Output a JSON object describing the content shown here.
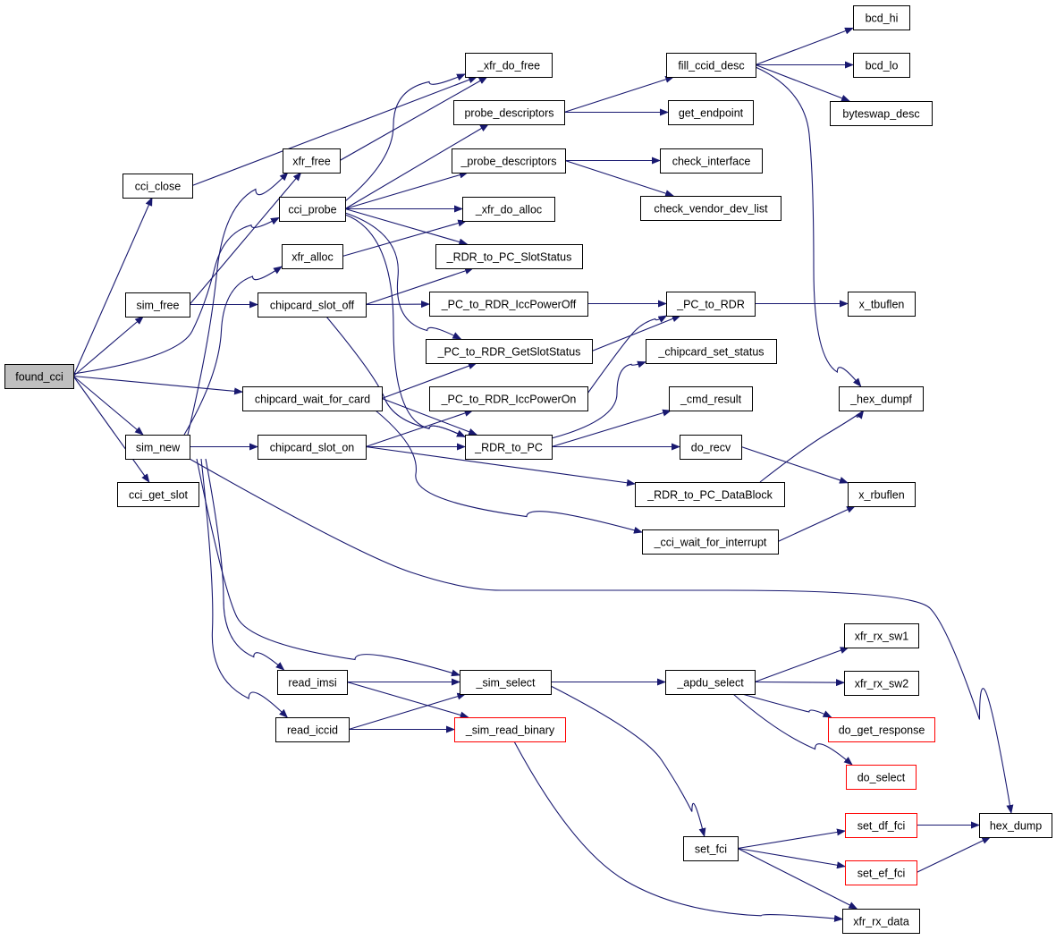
{
  "graph": {
    "edge_color": "#191970",
    "root_fill": "#bfbfbf",
    "highlight_border": "#ff0000",
    "nodes": {
      "found_cci": {
        "label": "found_cci",
        "root": true
      },
      "cci_close": {
        "label": "cci_close"
      },
      "sim_free": {
        "label": "sim_free"
      },
      "sim_new": {
        "label": "sim_new"
      },
      "cci_get_slot": {
        "label": "cci_get_slot"
      },
      "xfr_free": {
        "label": "xfr_free"
      },
      "cci_probe": {
        "label": "cci_probe"
      },
      "xfr_alloc": {
        "label": "xfr_alloc"
      },
      "chipcard_slot_off": {
        "label": "chipcard_slot_off"
      },
      "chipcard_wait_for_card": {
        "label": "chipcard_wait_for_card"
      },
      "chipcard_slot_on": {
        "label": "chipcard_slot_on"
      },
      "read_imsi": {
        "label": "read_imsi"
      },
      "read_iccid": {
        "label": "read_iccid"
      },
      "_xfr_do_free": {
        "label": "_xfr_do_free"
      },
      "probe_descriptors": {
        "label": "probe_descriptors"
      },
      "_probe_descriptors": {
        "label": "_probe_descriptors"
      },
      "_xfr_do_alloc": {
        "label": "_xfr_do_alloc"
      },
      "_RDR_to_PC_SlotStatus": {
        "label": "_RDR_to_PC_SlotStatus"
      },
      "_PC_to_RDR_IccPowerOff": {
        "label": "_PC_to_RDR_IccPowerOff"
      },
      "_PC_to_RDR_GetSlotStatus": {
        "label": "_PC_to_RDR_GetSlotStatus"
      },
      "_PC_to_RDR_IccPowerOn": {
        "label": "_PC_to_RDR_IccPowerOn"
      },
      "_RDR_to_PC": {
        "label": "_RDR_to_PC"
      },
      "_RDR_to_PC_DataBlock": {
        "label": "_RDR_to_PC_DataBlock"
      },
      "_cci_wait_for_interrupt": {
        "label": "_cci_wait_for_interrupt"
      },
      "_sim_select": {
        "label": "_sim_select"
      },
      "_sim_read_binary": {
        "label": "_sim_read_binary",
        "highlight": true
      },
      "fill_ccid_desc": {
        "label": "fill_ccid_desc"
      },
      "get_endpoint": {
        "label": "get_endpoint"
      },
      "check_interface": {
        "label": "check_interface"
      },
      "check_vendor_dev_list": {
        "label": "check_vendor_dev_list"
      },
      "_PC_to_RDR": {
        "label": "_PC_to_RDR"
      },
      "_chipcard_set_status": {
        "label": "_chipcard_set_status"
      },
      "_cmd_result": {
        "label": "_cmd_result"
      },
      "do_recv": {
        "label": "do_recv"
      },
      "_apdu_select": {
        "label": "_apdu_select"
      },
      "set_fci": {
        "label": "set_fci"
      },
      "bcd_hi": {
        "label": "bcd_hi"
      },
      "bcd_lo": {
        "label": "bcd_lo"
      },
      "byteswap_desc": {
        "label": "byteswap_desc"
      },
      "x_tbuflen": {
        "label": "x_tbuflen"
      },
      "_hex_dumpf": {
        "label": "_hex_dumpf"
      },
      "x_rbuflen": {
        "label": "x_rbuflen"
      },
      "xfr_rx_sw1": {
        "label": "xfr_rx_sw1"
      },
      "xfr_rx_sw2": {
        "label": "xfr_rx_sw2"
      },
      "do_get_response": {
        "label": "do_get_response",
        "highlight": true
      },
      "do_select": {
        "label": "do_select",
        "highlight": true
      },
      "set_df_fci": {
        "label": "set_df_fci",
        "highlight": true
      },
      "set_ef_fci": {
        "label": "set_ef_fci",
        "highlight": true
      },
      "hex_dump": {
        "label": "hex_dump"
      },
      "xfr_rx_data": {
        "label": "xfr_rx_data"
      }
    },
    "edges": [
      [
        "found_cci",
        "cci_close"
      ],
      [
        "found_cci",
        "sim_free"
      ],
      [
        "found_cci",
        "sim_new"
      ],
      [
        "found_cci",
        "cci_get_slot"
      ],
      [
        "found_cci",
        "cci_probe"
      ],
      [
        "found_cci",
        "chipcard_wait_for_card"
      ],
      [
        "cci_close",
        "_xfr_do_free"
      ],
      [
        "sim_free",
        "xfr_free"
      ],
      [
        "sim_free",
        "chipcard_slot_off"
      ],
      [
        "sim_new",
        "xfr_free"
      ],
      [
        "sim_new",
        "xfr_alloc"
      ],
      [
        "sim_new",
        "chipcard_slot_on"
      ],
      [
        "sim_new",
        "read_imsi"
      ],
      [
        "sim_new",
        "read_iccid"
      ],
      [
        "sim_new",
        "_sim_select"
      ],
      [
        "sim_new",
        "hex_dump"
      ],
      [
        "xfr_free",
        "_xfr_do_free"
      ],
      [
        "xfr_alloc",
        "_xfr_do_alloc"
      ],
      [
        "cci_probe",
        "_xfr_do_free"
      ],
      [
        "cci_probe",
        "probe_descriptors"
      ],
      [
        "cci_probe",
        "_probe_descriptors"
      ],
      [
        "cci_probe",
        "_xfr_do_alloc"
      ],
      [
        "cci_probe",
        "_RDR_to_PC_SlotStatus"
      ],
      [
        "cci_probe",
        "_PC_to_RDR_GetSlotStatus"
      ],
      [
        "cci_probe",
        "_RDR_to_PC"
      ],
      [
        "chipcard_slot_off",
        "_RDR_to_PC_SlotStatus"
      ],
      [
        "chipcard_slot_off",
        "_PC_to_RDR_IccPowerOff"
      ],
      [
        "chipcard_slot_off",
        "_RDR_to_PC"
      ],
      [
        "chipcard_wait_for_card",
        "_PC_to_RDR_GetSlotStatus"
      ],
      [
        "chipcard_wait_for_card",
        "_RDR_to_PC"
      ],
      [
        "chipcard_wait_for_card",
        "_cci_wait_for_interrupt"
      ],
      [
        "chipcard_slot_on",
        "_PC_to_RDR_IccPowerOn"
      ],
      [
        "chipcard_slot_on",
        "_RDR_to_PC"
      ],
      [
        "chipcard_slot_on",
        "_RDR_to_PC_DataBlock"
      ],
      [
        "read_imsi",
        "_sim_select"
      ],
      [
        "read_imsi",
        "_sim_read_binary"
      ],
      [
        "read_iccid",
        "_sim_select"
      ],
      [
        "read_iccid",
        "_sim_read_binary"
      ],
      [
        "probe_descriptors",
        "fill_ccid_desc"
      ],
      [
        "probe_descriptors",
        "get_endpoint"
      ],
      [
        "_probe_descriptors",
        "check_interface"
      ],
      [
        "_probe_descriptors",
        "check_vendor_dev_list"
      ],
      [
        "_PC_to_RDR_IccPowerOff",
        "_PC_to_RDR"
      ],
      [
        "_PC_to_RDR_GetSlotStatus",
        "_PC_to_RDR"
      ],
      [
        "_PC_to_RDR_IccPowerOn",
        "_PC_to_RDR"
      ],
      [
        "_RDR_to_PC",
        "_chipcard_set_status"
      ],
      [
        "_RDR_to_PC",
        "_cmd_result"
      ],
      [
        "_RDR_to_PC",
        "do_recv"
      ],
      [
        "_RDR_to_PC_DataBlock",
        "_hex_dumpf"
      ],
      [
        "_cci_wait_for_interrupt",
        "x_rbuflen"
      ],
      [
        "fill_ccid_desc",
        "bcd_hi"
      ],
      [
        "fill_ccid_desc",
        "bcd_lo"
      ],
      [
        "fill_ccid_desc",
        "byteswap_desc"
      ],
      [
        "fill_ccid_desc",
        "_hex_dumpf"
      ],
      [
        "_PC_to_RDR",
        "x_tbuflen"
      ],
      [
        "do_recv",
        "x_rbuflen"
      ],
      [
        "_sim_select",
        "_apdu_select"
      ],
      [
        "_sim_select",
        "set_fci"
      ],
      [
        "_sim_read_binary",
        "xfr_rx_data"
      ],
      [
        "_apdu_select",
        "xfr_rx_sw1"
      ],
      [
        "_apdu_select",
        "xfr_rx_sw2"
      ],
      [
        "_apdu_select",
        "do_get_response"
      ],
      [
        "_apdu_select",
        "do_select"
      ],
      [
        "set_fci",
        "set_df_fci"
      ],
      [
        "set_fci",
        "set_ef_fci"
      ],
      [
        "set_fci",
        "xfr_rx_data"
      ],
      [
        "set_df_fci",
        "hex_dump"
      ],
      [
        "set_ef_fci",
        "hex_dump"
      ]
    ]
  }
}
